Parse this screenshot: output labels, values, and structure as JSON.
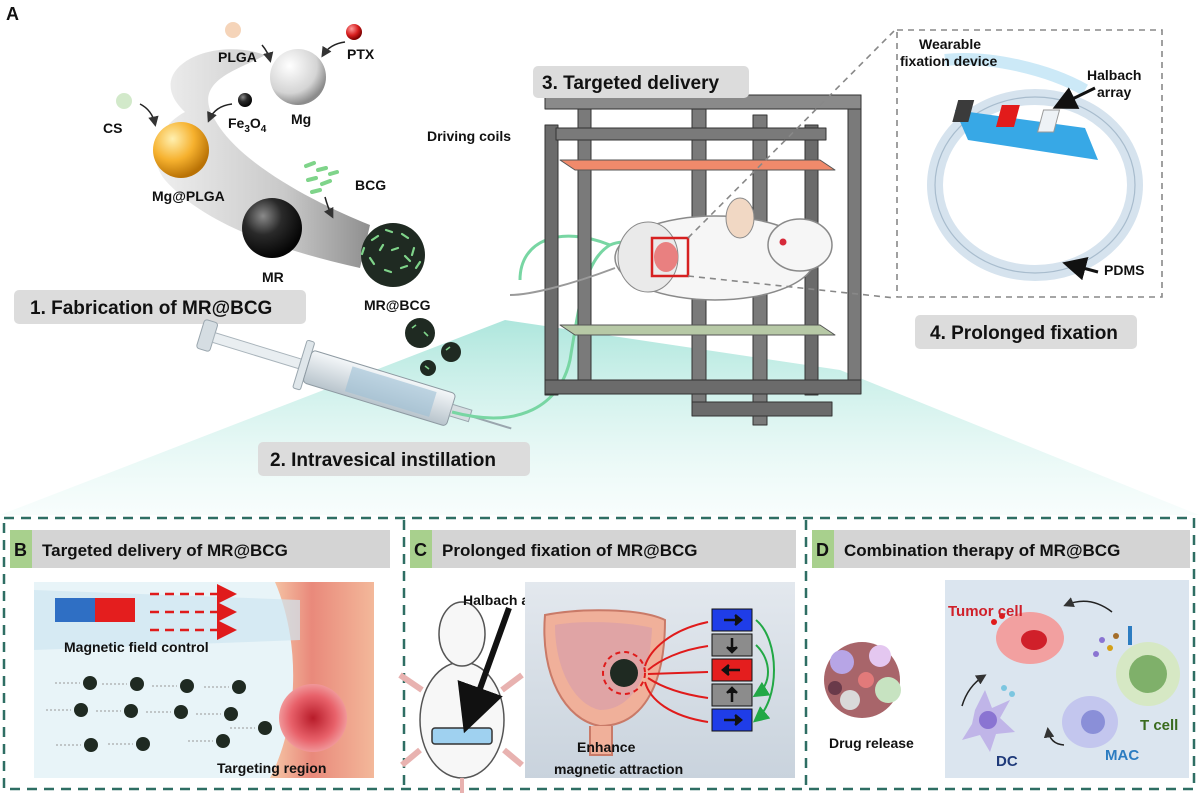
{
  "panel_letters": {
    "a": "A",
    "b": "B",
    "c": "C",
    "d": "D"
  },
  "fabrication": {
    "plga": "PLGA",
    "ptx": "PTX",
    "mg": "Mg",
    "fe3o4_main": "Fe",
    "fe3o4_sub3": "3",
    "fe3o4_o": "O",
    "fe3o4_sub4": "4",
    "cs": "CS",
    "mg_plga": "Mg@PLGA",
    "bcg": "BCG",
    "mr": "MR",
    "mr_bcg": "MR@BCG"
  },
  "steps": {
    "s1": "1. Fabrication of MR@BCG",
    "s2": "2. Intravesical instillation",
    "s3": "3. Targeted delivery",
    "s4": "4. Prolonged fixation"
  },
  "setup": {
    "driving_coils": "Driving coils",
    "wearable_line1": "Wearable",
    "wearable_line2": "fixation device",
    "halbach_line1": "Halbach",
    "halbach_line2": "array",
    "pdms": "PDMS"
  },
  "panel_b": {
    "title": "Targeted delivery of MR@BCG",
    "magnetic_field_control": "Magnetic field control",
    "targeting_region": "Targeting region"
  },
  "panel_c": {
    "title": "Prolonged fixation of MR@BCG",
    "halbach_array": "Halbach array",
    "enhance_line1": "Enhance",
    "enhance_line2": "magnetic attraction"
  },
  "panel_d": {
    "title": "Combination therapy of MR@BCG",
    "tumor_cell": "Tumor cell",
    "t_cell": "T cell",
    "drug_release": "Drug release",
    "dc": "DC",
    "mac": "MAC"
  },
  "colors": {
    "teal_border": "#2e6e63",
    "header_grey": "#d4d4d4",
    "header_tab_green": "#a8d08d",
    "tumor_red": "#d0202a",
    "t_cell_green": "#3a6b1e",
    "dc_navy": "#1f3a7a",
    "mac_blue": "#2c7cc1"
  }
}
